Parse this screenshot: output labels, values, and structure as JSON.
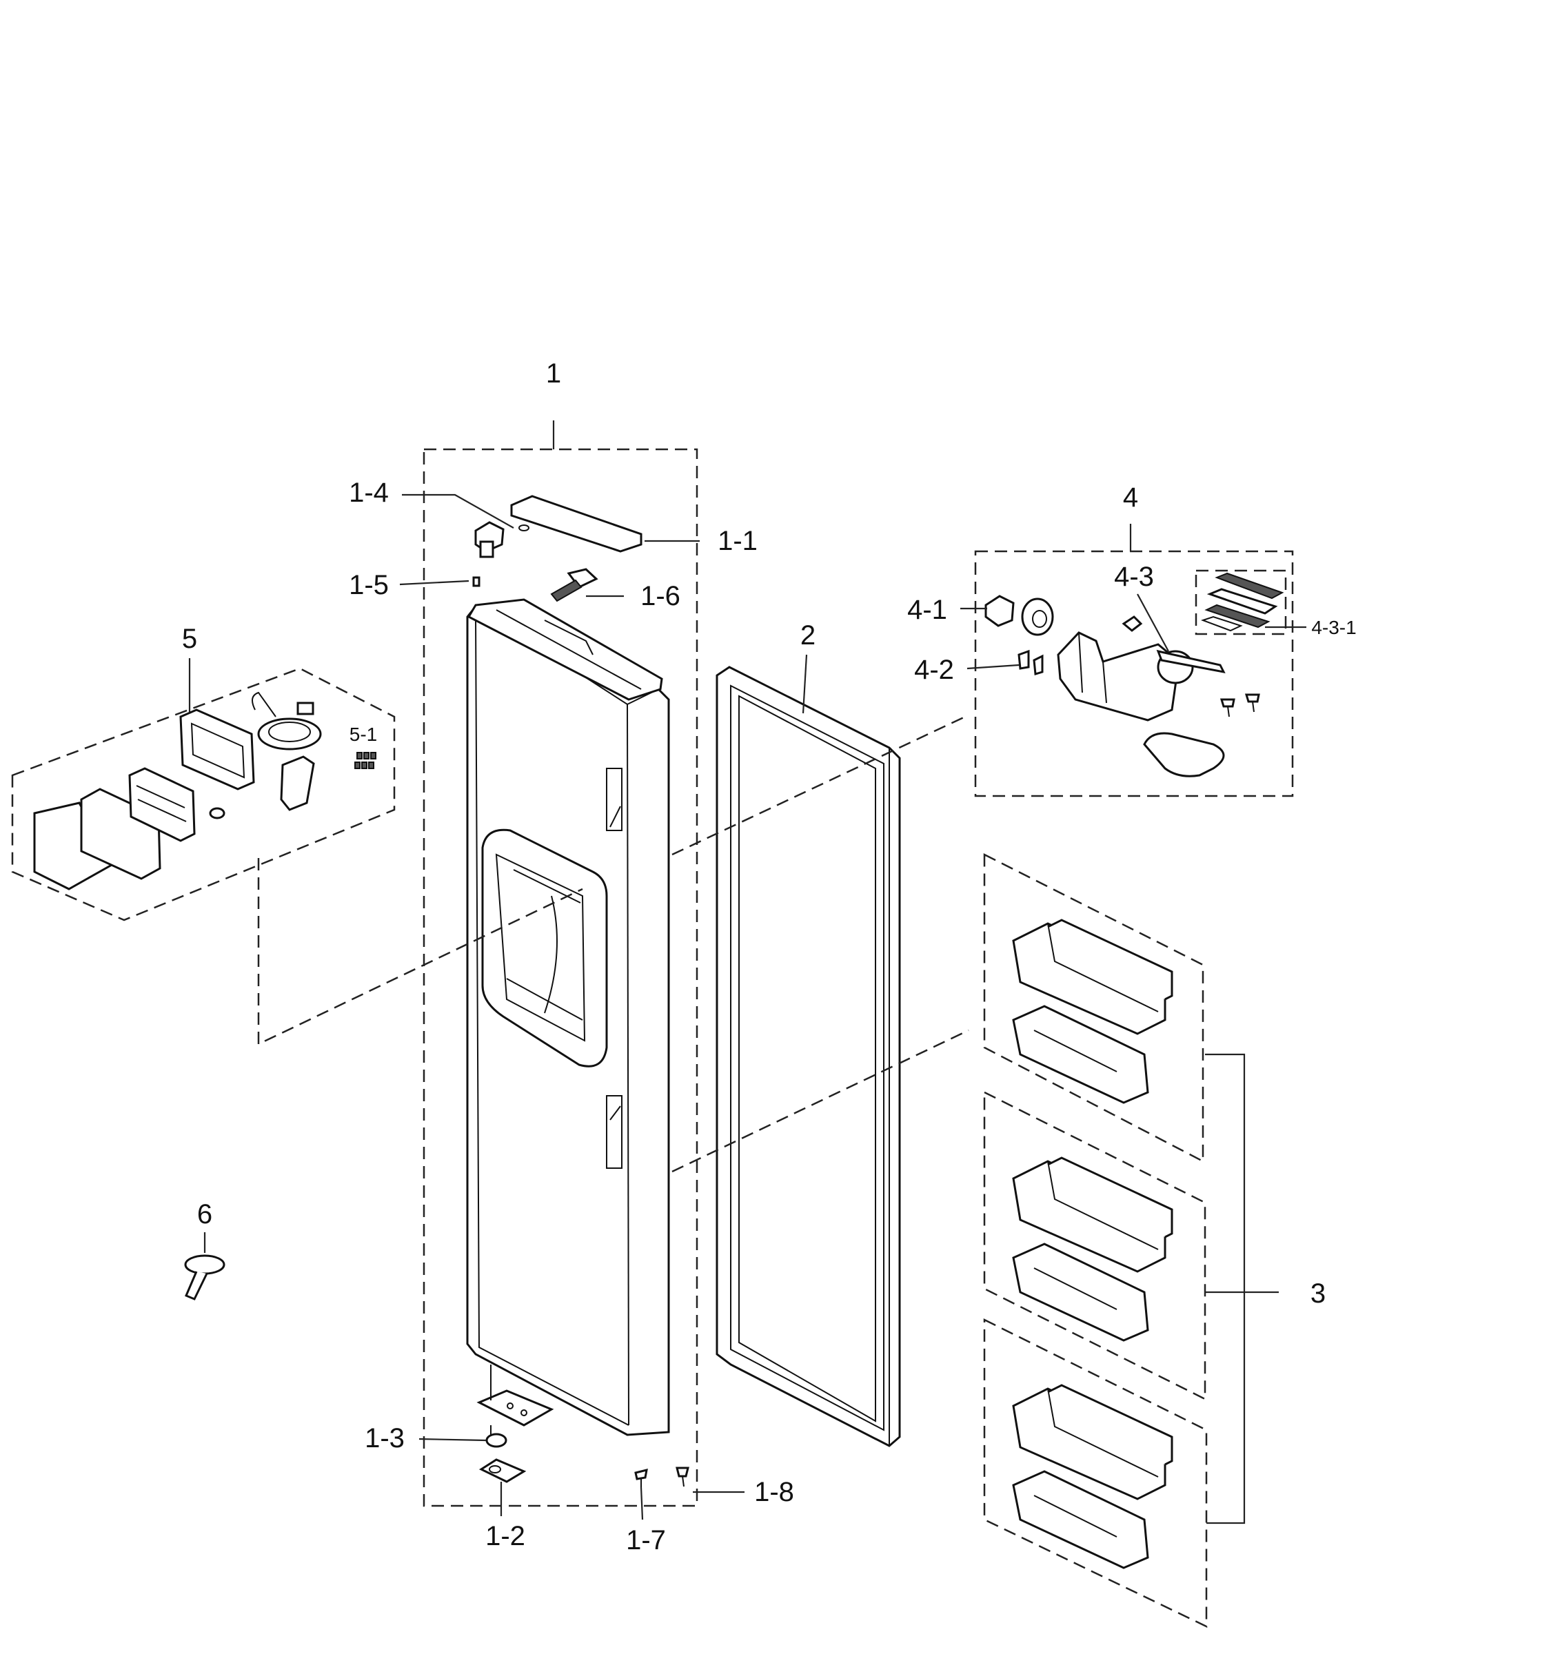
{
  "labels": {
    "l1": "1",
    "l1_1": "1-1",
    "l1_2": "1-2",
    "l1_3": "1-3",
    "l1_4": "1-4",
    "l1_5": "1-5",
    "l1_6": "1-6",
    "l1_7": "1-7",
    "l1_8": "1-8",
    "l2": "2",
    "l3": "3",
    "l4": "4",
    "l4_1": "4-1",
    "l4_2": "4-2",
    "l4_3": "4-3",
    "l4_3_1": "4-3-1",
    "l5": "5",
    "l5_1": "5-1",
    "l6": "6"
  }
}
